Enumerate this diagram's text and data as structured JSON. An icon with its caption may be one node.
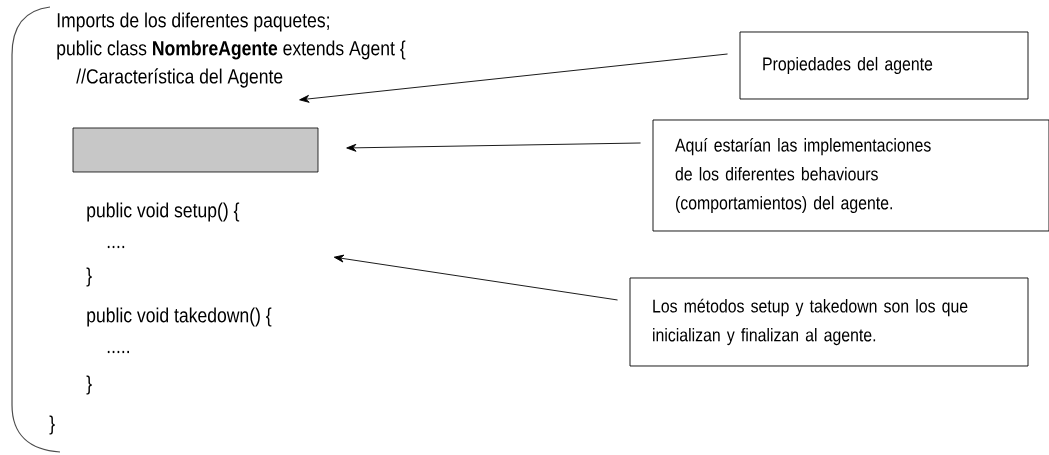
{
  "diagram": {
    "nodes": [
      {
        "text": [
          "//Característica del Agente"
        ]
      },
      {
        "text": [],
        "shape": "box"
      },
      {
        "text": [
          "Propiedades del agente"
        ]
      },
      {
        "text": [
          "Aquí estarían las implementaciones de los diferentes behaviours (comportamientos) del agente."
        ]
      },
      {
        "text": [
          "Los métodos setup y takedown son los que inicializan y finalizan al agente."
        ]
      }
    ],
    "edges": [
      {
        "from": 2,
        "to": 0,
        "arrow": "to"
      },
      {
        "from": 3,
        "to": 1,
        "arrow": "to"
      },
      {
        "from": 4,
        "to": null,
        "arrow": "to"
      }
    ],
    "labels": [
      "Imports de los diferentes paquetes;",
      "public class **NombreAgente** extends Agent {",
      "public void setup() {",
      "....",
      "}",
      "public void takedown() {",
      ".....",
      "}",
      "}"
    ]
  }
}
